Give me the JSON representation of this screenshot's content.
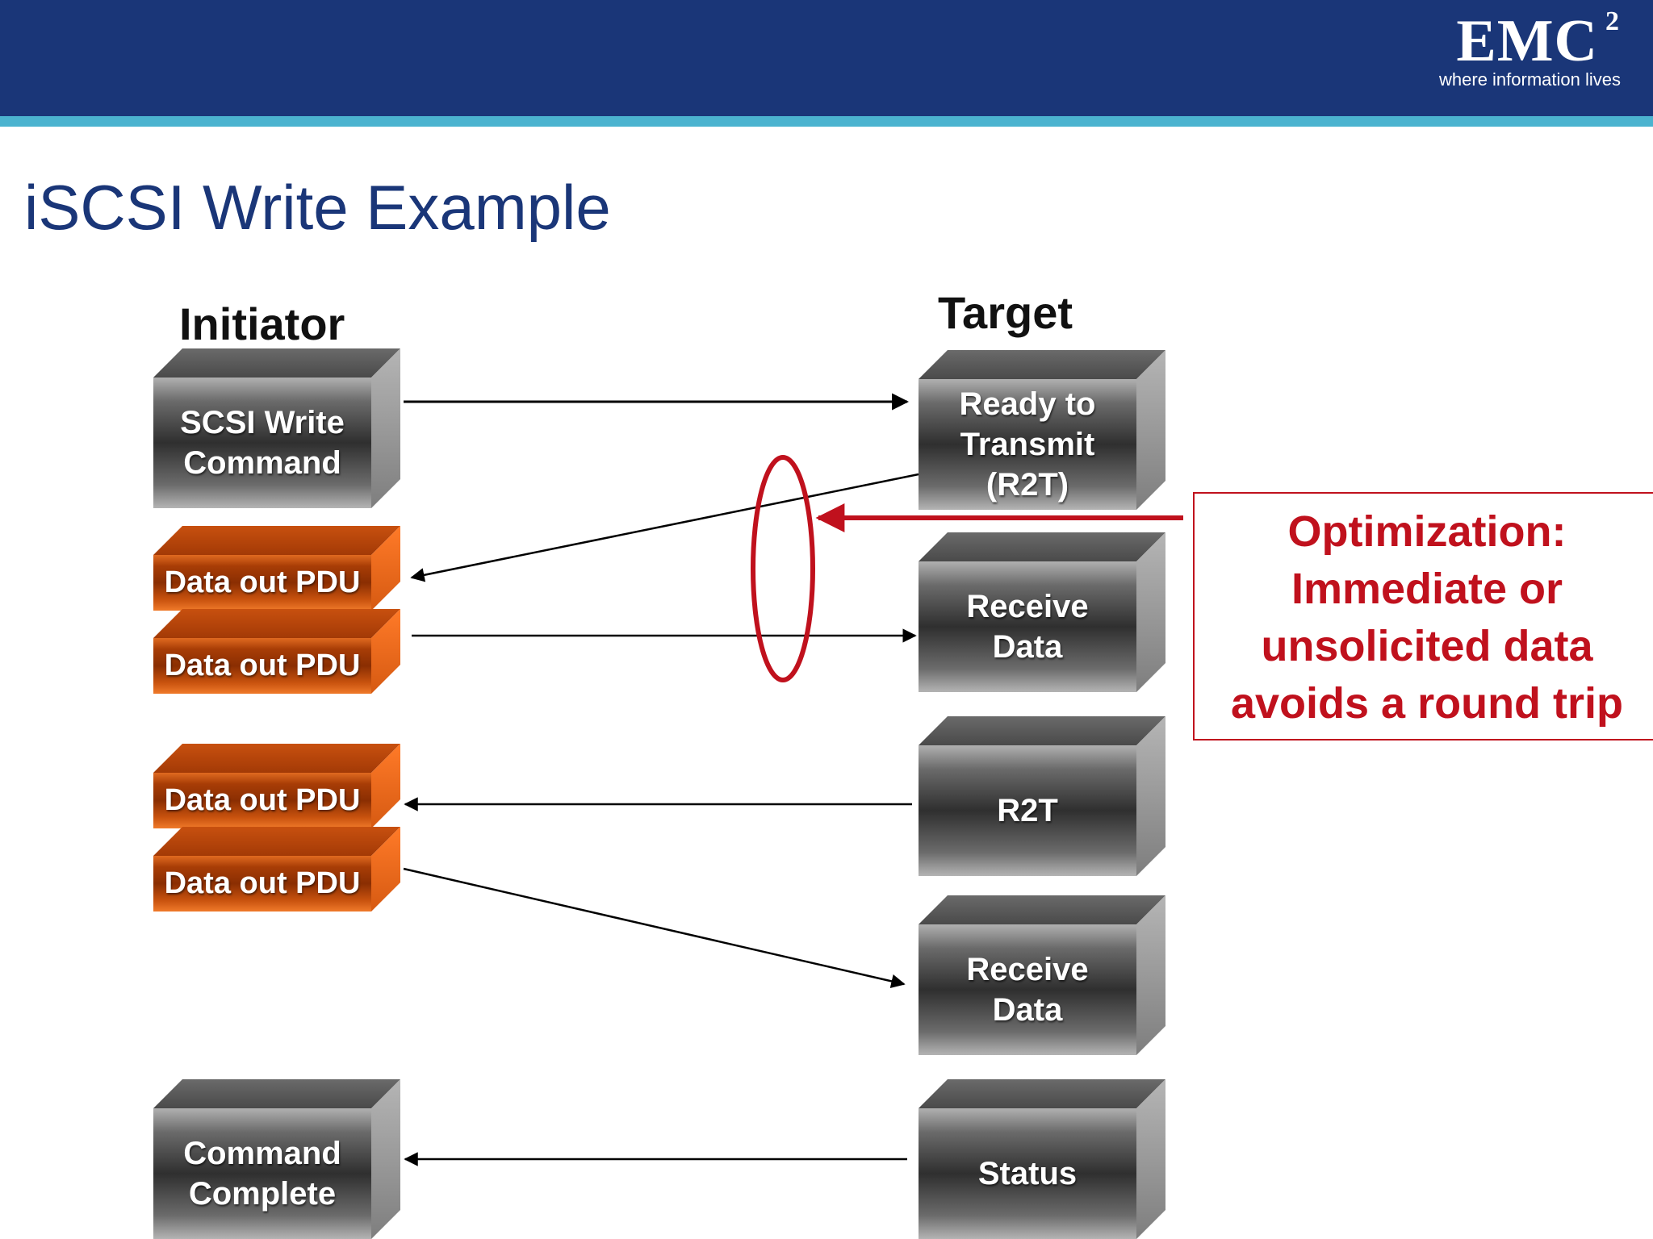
{
  "header": {
    "logo_main": "EMC",
    "logo_superscript": "2",
    "logo_tagline": "where information lives"
  },
  "slide": {
    "title": "iSCSI Write Example"
  },
  "columns": {
    "initiator": "Initiator",
    "target": "Target"
  },
  "initiator_boxes": {
    "write_command": [
      "SCSI Write",
      "Command"
    ],
    "data_out_1": "Data out PDU",
    "data_out_2": "Data out PDU",
    "data_out_3": "Data out PDU",
    "data_out_4": "Data out PDU",
    "command_complete": [
      "Command",
      "Complete"
    ]
  },
  "target_boxes": {
    "r2t_1": [
      "Ready to",
      "Transmit",
      "(R2T)"
    ],
    "receive_data_1": [
      "Receive",
      "Data"
    ],
    "r2t_2": "R2T",
    "receive_data_2": [
      "Receive",
      "Data"
    ],
    "status": "Status"
  },
  "callout": {
    "lines": [
      "Optimization:",
      "Immediate or",
      "unsolicited data",
      "avoids a round trip"
    ],
    "color": "#c0111d"
  },
  "colors": {
    "header_bg": "#1a3678",
    "header_stripe": "#4bb3cf",
    "title": "#1a3678",
    "pdu_orange": "#e06a20"
  }
}
